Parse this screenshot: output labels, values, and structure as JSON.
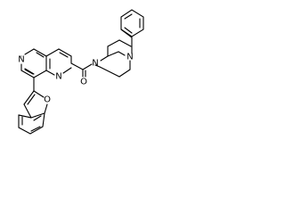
{
  "molecule": {
    "atoms": {
      "n_naphthyridine_6": "N",
      "n_naphthyridine_1": "N",
      "n_piperazine_4": "N",
      "n_piperazine_1": "N",
      "o_carbonyl": "O",
      "o_benzofuran": "O"
    }
  },
  "colors": {
    "ink": "#000000",
    "background": "#ffffff"
  }
}
